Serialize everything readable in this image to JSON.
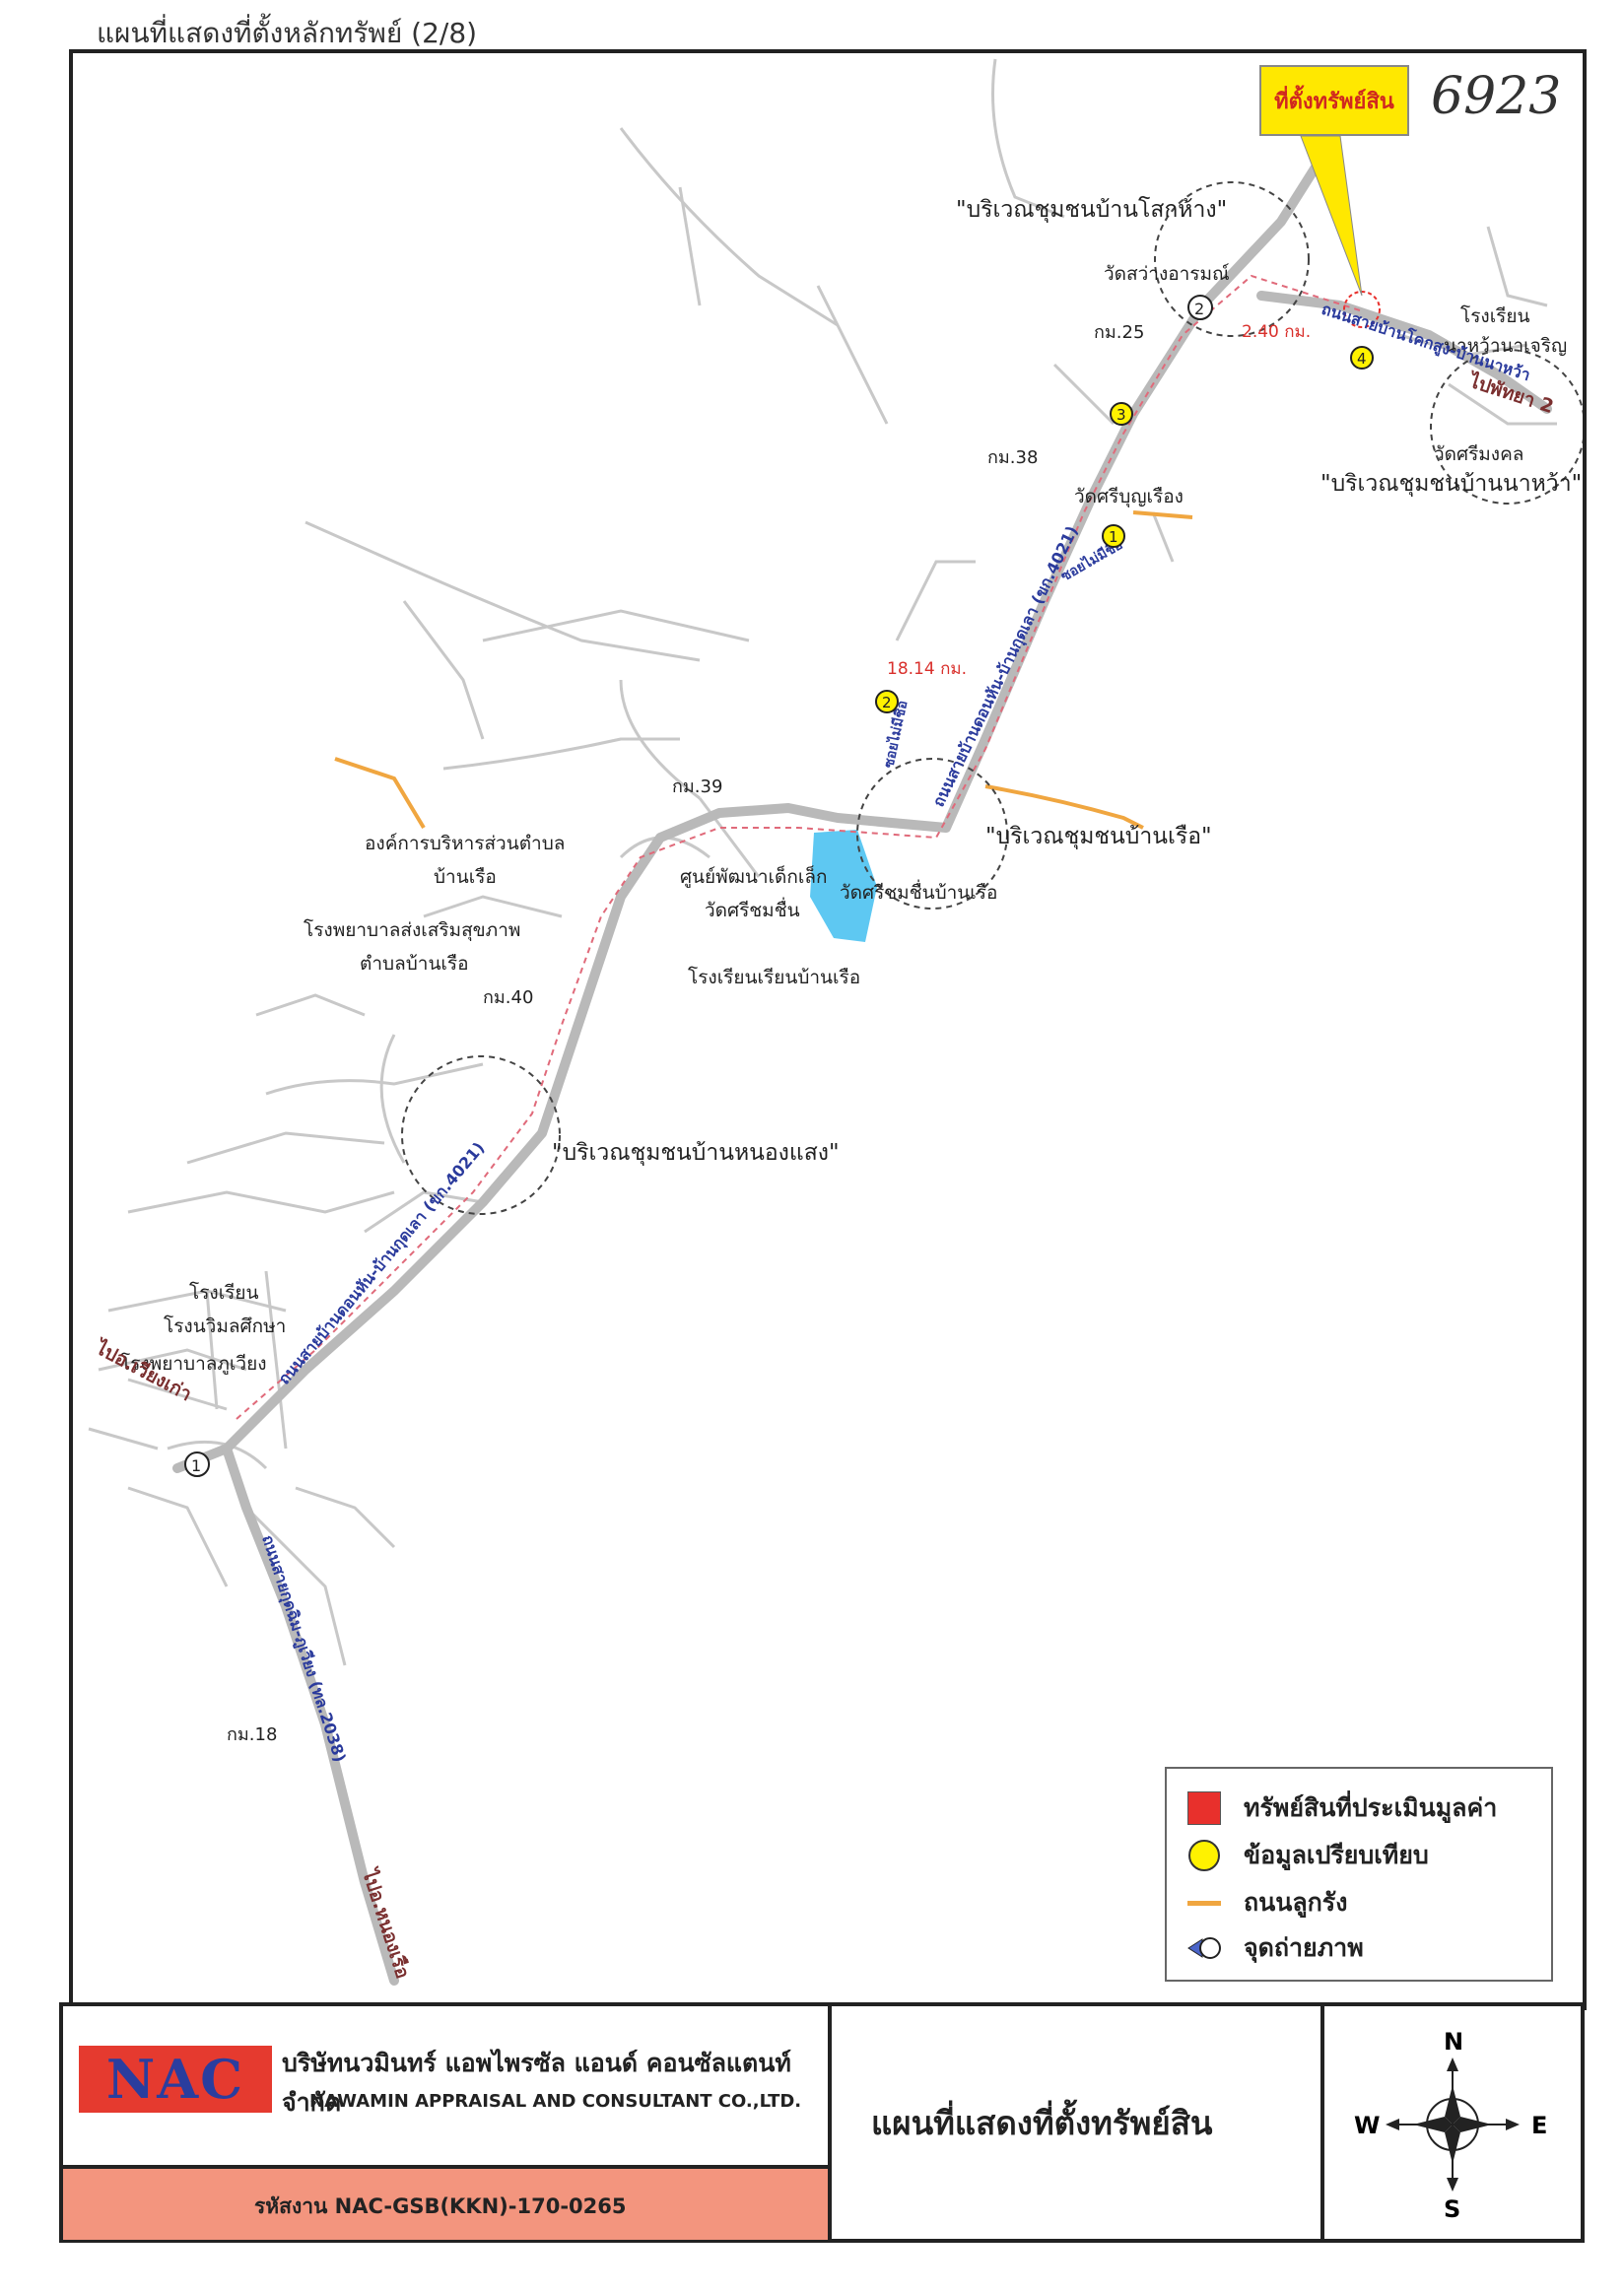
{
  "header": {
    "title": "แผนที่แสดงที่ตั้งหลักทรัพย์ (2/8)"
  },
  "handwritten_note": "6923",
  "callout": {
    "label": "ที่ตั้งทรัพย์สิน"
  },
  "colors": {
    "main_road": "#b9b9b9",
    "minor_road": "#c8c8c8",
    "route_line": "#e06a7a",
    "dirt_road": "#f0a640",
    "water": "#5ec8f2",
    "comparable": "#fff200",
    "subject": "#e8302c",
    "logo_bg": "#e53a2f",
    "code_bg": "#f3957e"
  },
  "map": {
    "community_areas": [
      "\"บริเวณชุมชนบ้านโสกห้าง\"",
      "\"บริเวณชุมชนบ้านนาหว้า\"",
      "\"บริเวณชุมชนบ้านเรือ\"",
      "\"บริเวณชุมชนบ้านหนองแสง\""
    ],
    "places": [
      "วัดสว่างอารมณ์",
      "โรงเรียน",
      "นาหว้านาเจริญ",
      "วัดศรีมงคล",
      "วัดศรีบุญเรือง",
      "องค์การบริหารส่วนตำบล",
      "บ้านเรือ",
      "ศูนย์พัฒนาเด็กเล็ก",
      "วัดศรีชมชื่น",
      "วัดศรีชมชื่นบ้านเรือ",
      "โรงพยาบาลส่งเสริมสุขภาพ",
      "ตำบลบ้านเรือ",
      "โรงเรียนเรียนบ้านเรือ",
      "โรงเรียน",
      "โรงนวิมลศึกษา",
      "โรงพยาบาลภูเวียง"
    ],
    "km_markers": [
      "กม.25",
      "กม.38",
      "กม.39",
      "กม.40",
      "กม.18"
    ],
    "distances": [
      "2.40 กม.",
      "18.14 กม."
    ],
    "roads": [
      "ถนนสายบ้านโคกสูง-บ้านนาหว้า",
      "ถนนสายบ้านดอนหัน-บ้านกุดเลา (ขก.4021)",
      "ถนนสายบ้านดอนหัน-บ้านกุดเลา (ขก.4021)",
      "ถนนสายกุดฉิม-ภูเวียง (ทล.2038)",
      "ซอยไม่มีชื่อ",
      "ซอยไม่มีชื่อ"
    ],
    "directions": [
      "ไปพัทยา 2",
      "ไปอ.เวียงเก่า",
      "ไปอ.หนองเรือ"
    ],
    "photo_points": [
      "1",
      "2"
    ],
    "comparables": [
      "1",
      "2",
      "3",
      "4"
    ]
  },
  "legend": {
    "items": [
      {
        "label": "ทรัพย์สินที่ประเมินมูลค่า",
        "symbol": "red-square-icon"
      },
      {
        "label": "ข้อมูลเปรียบเทียบ",
        "symbol": "yellow-circle-icon"
      },
      {
        "label": "ถนนลูกรัง",
        "symbol": "orange-line-icon"
      },
      {
        "label": "จุดถ่ายภาพ",
        "symbol": "camera-point-icon"
      }
    ]
  },
  "footer": {
    "logo_text": "NAC",
    "company_th": "บริษัทนวมินทร์ แอพไพรซัล แอนด์ คอนซัลแตนท์ จำกัด",
    "company_en": "NAWAMIN APPRAISAL AND CONSULTANT CO.,LTD.",
    "code": "รหัสงาน  NAC-GSB(KKN)-170-0265",
    "map_title": "แผนที่แสดงที่ตั้งทรัพย์สิน",
    "compass": {
      "n": "N",
      "s": "S",
      "e": "E",
      "w": "W"
    }
  }
}
